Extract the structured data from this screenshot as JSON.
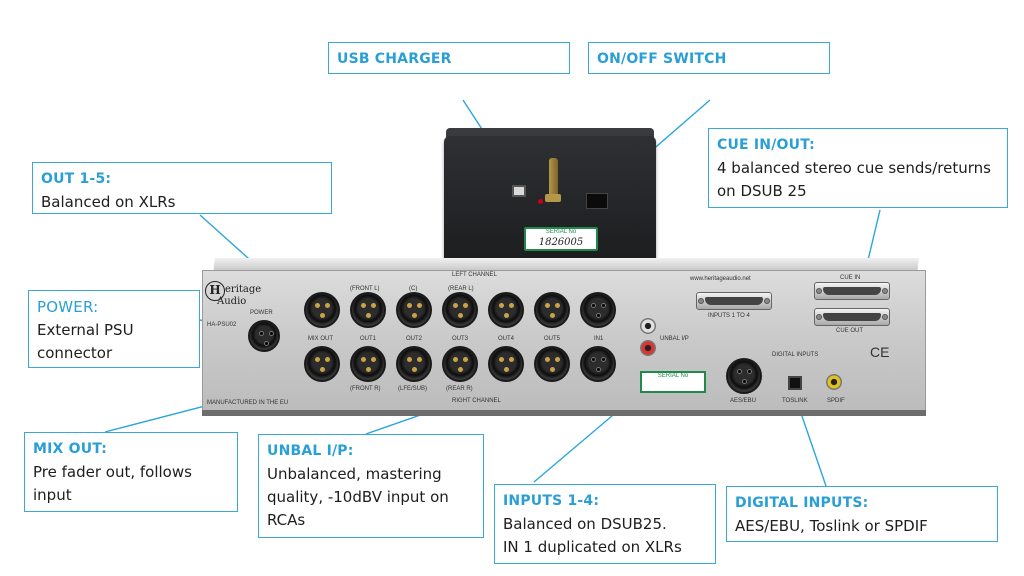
{
  "callouts": {
    "usb_charger": {
      "title": "USB CHARGER"
    },
    "onoff_switch": {
      "title": "ON/OFF SWITCH"
    },
    "cue": {
      "title": "CUE IN/OUT:",
      "desc": "4 balanced stereo cue sends/returns\non DSUB 25"
    },
    "out15": {
      "title": "OUT 1-5:",
      "desc": "Balanced on XLRs"
    },
    "power": {
      "title": "POWER:",
      "desc": "External PSU\nconnector"
    },
    "mixout": {
      "title": "MIX OUT:",
      "desc": "Pre fader out, follows\ninput"
    },
    "unbal": {
      "title": "UNBAL I/P:",
      "desc": "Unbalanced, mastering\nquality, -10dBV input on\nRCAs"
    },
    "inputs14": {
      "title": "INPUTS 1-4:",
      "desc": "Balanced on DSUB25.\nIN 1 duplicated on XLRs"
    },
    "digital": {
      "title": "DIGITAL INPUTS:",
      "desc": "AES/EBU, Toslink or SPDIF"
    }
  },
  "psu_unit": {
    "serial_label": "SERIAL No",
    "serial_value": "1826005"
  },
  "rack": {
    "brand_line1": "eritage",
    "brand_line2": "Audio",
    "logo_letter": "H",
    "model": "HA-PSU02",
    "power_label": "POWER",
    "left_channel": "LEFT CHANNEL",
    "right_channel": "RIGHT CHANNEL",
    "website": "www.heritageaudio.net",
    "cue_in": "CUE IN",
    "cue_out": "CUE OUT",
    "inputs_label": "INPUTS 1 TO 4",
    "unbal_label": "UNBAL I/P",
    "digital_inputs": "DIGITAL INPUTS",
    "aes": "AES/EBU",
    "toslink": "TOSLINK",
    "spdif": "SPDIF",
    "serial_label": "SERIAL No",
    "made_in": "MANUFACTURED IN THE EU",
    "ce": "CE",
    "top_labels": [
      "(FRONT L)",
      "(C)",
      "(REAR L)"
    ],
    "mid_labels": [
      "MIX OUT",
      "OUT1",
      "OUT2",
      "OUT3",
      "OUT4",
      "OUT5",
      "IN1"
    ],
    "bottom_labels": [
      "(FRONT R)",
      "(LFE/SUB)",
      "(REAR R)"
    ]
  },
  "colors": {
    "callout_border": "#3aa7d6",
    "callout_title": "#2a9fd6",
    "leader_line": "#2aa6dc"
  }
}
